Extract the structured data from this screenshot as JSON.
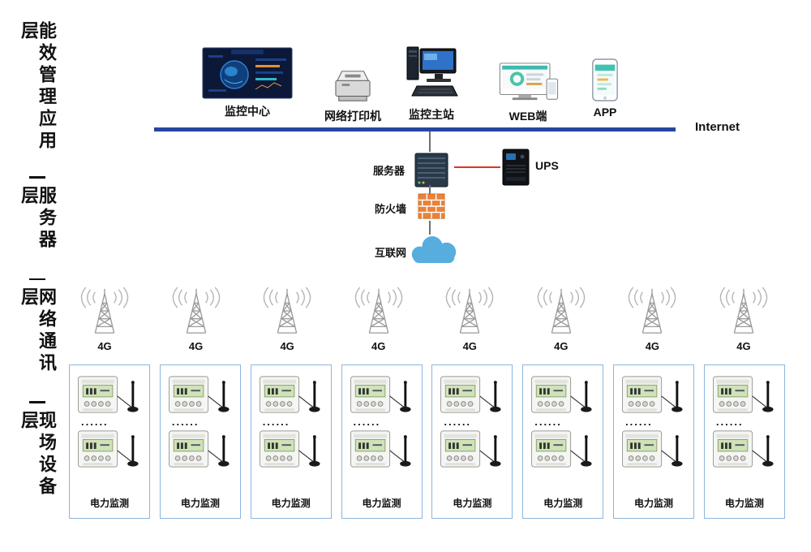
{
  "sidebar": {
    "layers": [
      "能效管理应用层",
      "服务器层",
      "网络通讯层",
      "现场设备层"
    ]
  },
  "application_row": {
    "devices": [
      {
        "label": "监控中心"
      },
      {
        "label": "网络打印机"
      },
      {
        "label": "监控主站"
      },
      {
        "label": "WEB端"
      },
      {
        "label": "APP"
      }
    ]
  },
  "backbone": {
    "label": "Internet",
    "color": "#27479e"
  },
  "server_section": {
    "server_label": "服务器",
    "ups_label": "UPS",
    "firewall_label": "防火墙",
    "internet_cloud_label": "互联网",
    "ups_link_color": "#e03226"
  },
  "network_row": {
    "towers": [
      {
        "label": "4G"
      },
      {
        "label": "4G"
      },
      {
        "label": "4G"
      },
      {
        "label": "4G"
      },
      {
        "label": "4G"
      },
      {
        "label": "4G"
      },
      {
        "label": "4G"
      },
      {
        "label": "4G"
      }
    ]
  },
  "field_row": {
    "dots": "......",
    "groups": [
      {
        "label": "电力监测"
      },
      {
        "label": "电力监测"
      },
      {
        "label": "电力监测"
      },
      {
        "label": "电力监测"
      },
      {
        "label": "电力监测"
      },
      {
        "label": "电力监测"
      },
      {
        "label": "电力监测"
      },
      {
        "label": "电力监测"
      }
    ]
  }
}
